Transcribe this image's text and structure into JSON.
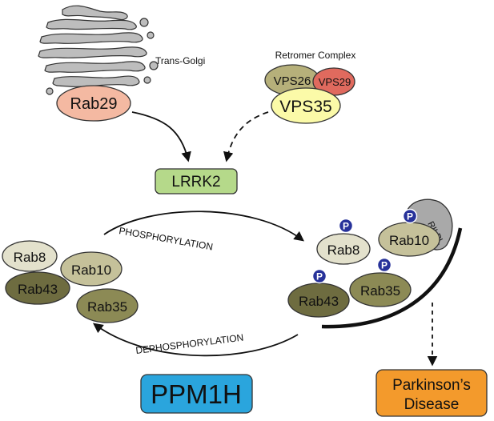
{
  "golgi": {
    "label": "Trans-Golgi",
    "rab": "Rab29"
  },
  "retromer": {
    "title": "Retromer Complex",
    "vps26": "VPS26",
    "vps29": "VPS29",
    "vps35": "VPS35"
  },
  "kinase": {
    "label": "LRRK2"
  },
  "phosphatase": {
    "label": "PPM1H"
  },
  "processes": {
    "phosphorylation": "PHOSPHORYLATION",
    "dephosphorylation": "DEPHOSPHORYLATION"
  },
  "unphosphorylated": {
    "rab8": "Rab8",
    "rab10": "Rab10",
    "rab43": "Rab43",
    "rab35": "Rab35"
  },
  "phosphorylated": {
    "rab8": "Rab8",
    "rab10": "Rab10",
    "rab43": "Rab43",
    "rab35": "Rab35",
    "p_marker": "P"
  },
  "effector": {
    "label": "RILPL"
  },
  "disease": {
    "line1": "Parkinson’s",
    "line2": "Disease"
  },
  "colors": {
    "rab29": "#f4b9a2",
    "lrrk2": "#b5d98a",
    "ppm1h": "#2aa5dd",
    "disease": "#f39a2c",
    "vps26": "#b6b07a",
    "vps29": "#e06a5e",
    "vps35": "#fbfaa8",
    "rab8": "#e3e1cc",
    "rab10": "#c5c19a",
    "rab43": "#6e6c40",
    "rab35": "#8c8a55",
    "rilpl": "#a9a9a9",
    "p_badge": "#27329a",
    "golgi": "#bdbdbd"
  }
}
